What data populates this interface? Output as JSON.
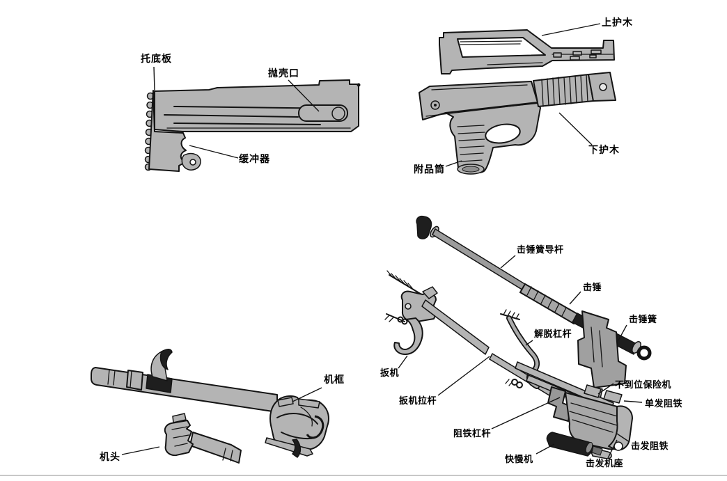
{
  "colors": {
    "background": "#ffffff",
    "part_fill": "#b4b4b4",
    "outline": "#141414",
    "dark_part": "#1e1e1e",
    "label_text": "#000000",
    "divider": "#c8c8c8"
  },
  "diagrams": {
    "stock_receiver": {
      "labels": {
        "butt_plate": "托底板",
        "ejection_port": "抛壳口",
        "buffer": "缓冲器"
      }
    },
    "handguards": {
      "labels": {
        "upper_handguard": "上护木",
        "lower_handguard": "下护木",
        "accessory_tube": "附品筒"
      }
    },
    "bolt_group": {
      "labels": {
        "bolt_carrier": "机框",
        "bolt_head": "机头"
      }
    },
    "firing_mechanism": {
      "labels": {
        "hammer_spring_guide_rod": "击锤簧导杆",
        "hammer": "击锤",
        "hammer_spring": "击锤簧",
        "release_lever": "解脱杠杆",
        "trigger": "扳机",
        "trigger_pull_rod": "扳机拉杆",
        "sear_lever": "阻铁杠杆",
        "selector": "快慢机",
        "firing_mechanism_seat": "击发机座",
        "firing_sear": "击发阻铁",
        "single_shot_sear": "单发阻铁",
        "out_of_position_safety": "不到位保险机"
      }
    }
  }
}
